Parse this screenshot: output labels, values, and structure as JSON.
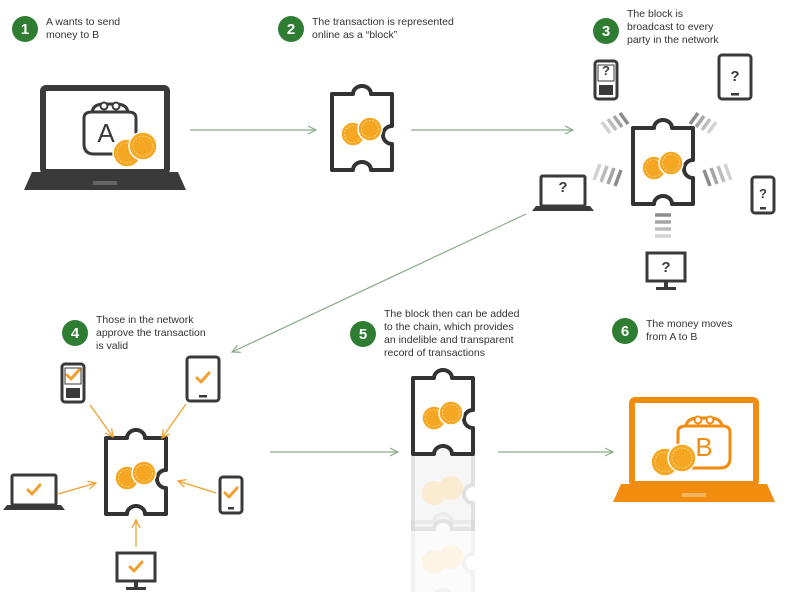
{
  "steps": [
    {
      "number": "1",
      "caption": "A wants to send\nmoney to B"
    },
    {
      "number": "2",
      "caption": "The transaction is represented\nonline as a “block”"
    },
    {
      "number": "3",
      "caption": "The block is\nbroadcast to every\nparty in the network"
    },
    {
      "number": "4",
      "caption": "Those in the network\napprove the transaction\nis valid"
    },
    {
      "number": "5",
      "caption": "The block then can be added\nto the chain, which provides\nan indelible and transparent\nrecord of transactions"
    },
    {
      "number": "6",
      "caption": "The money moves\nfrom A to B"
    }
  ],
  "wallet_a_letter": "A",
  "wallet_b_letter": "B",
  "unknown_mark": "?",
  "colors": {
    "badge": "#2e7d32",
    "device": "#3a3a3a",
    "coin": "#f5a623",
    "arrow_green": "#8aab8a",
    "arrow_orange": "#f0a030",
    "laptop_b": "#f28c0f"
  }
}
